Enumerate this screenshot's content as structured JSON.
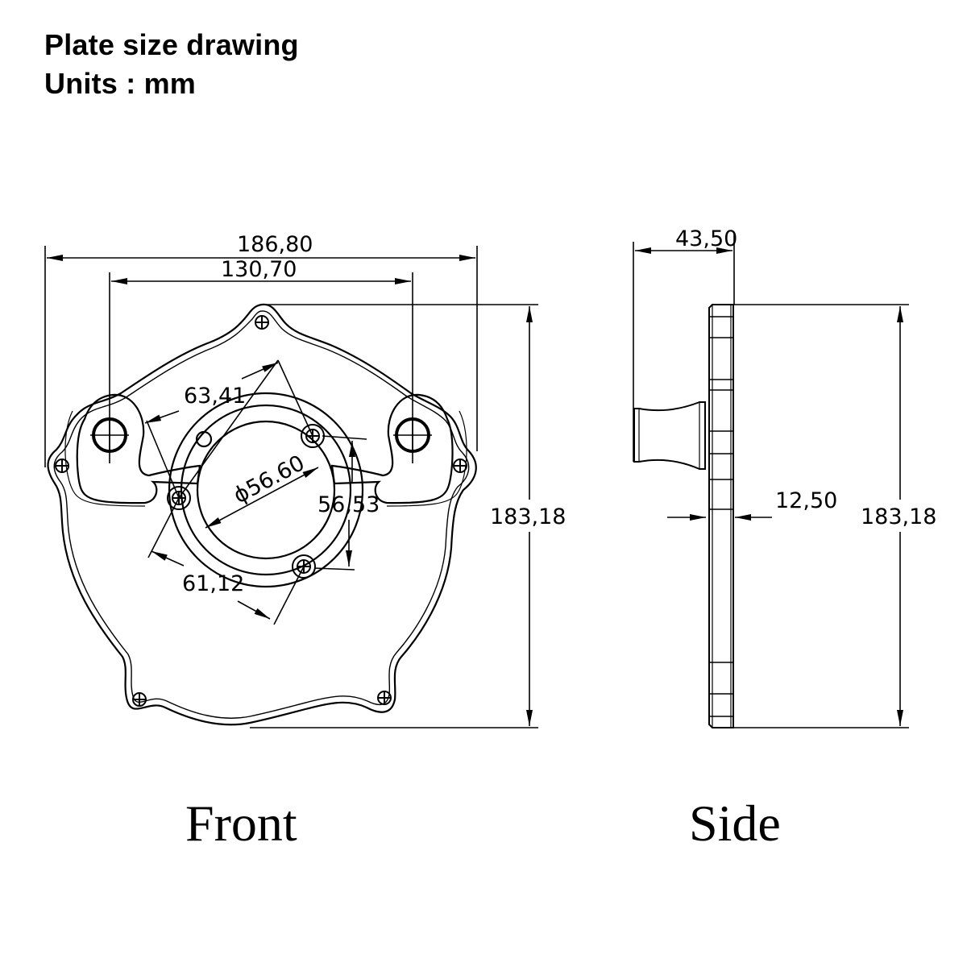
{
  "header": {
    "title": "Plate size drawing",
    "units": "Units : mm"
  },
  "front_view": {
    "label": "Front",
    "dimensions": {
      "overall_width": "186,80",
      "mount_hole_spacing": "130,70",
      "bolt_circle_a": "63,41",
      "bolt_circle_b": "61,12",
      "bore_diameter": "ϕ56.60",
      "vertical_spacing": "56,53",
      "overall_height": "183,18"
    }
  },
  "side_view": {
    "label": "Side",
    "dimensions": {
      "overall_depth": "43,50",
      "plate_thickness": "12,50",
      "overall_height": "183,18"
    }
  },
  "colors": {
    "line": "#000000",
    "background": "#ffffff"
  }
}
